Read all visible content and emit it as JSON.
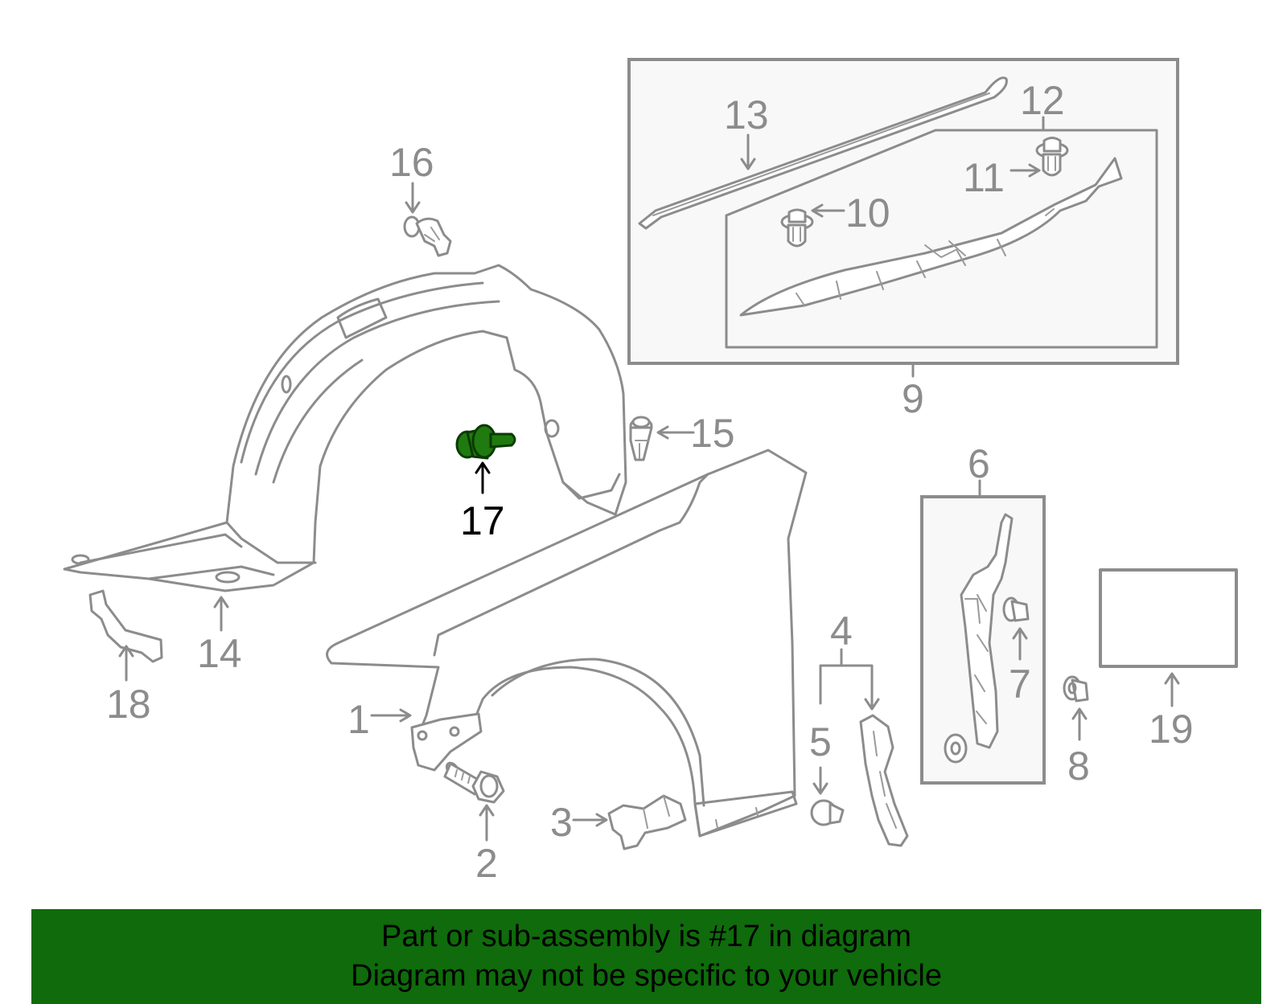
{
  "callouts": {
    "c1": "1",
    "c2": "2",
    "c3": "3",
    "c4": "4",
    "c5": "5",
    "c6": "6",
    "c7": "7",
    "c8": "8",
    "c9": "9",
    "c10": "10",
    "c11": "11",
    "c12": "12",
    "c13": "13",
    "c14": "14",
    "c15": "15",
    "c16": "16",
    "c17": "17",
    "c18": "18",
    "c19": "19"
  },
  "highlighted_part": "17",
  "colors": {
    "line": "#8c8c8c",
    "highlight_part": "#1f7a0f",
    "banner_background": "#0f6b0b",
    "banner_text": "#000000"
  },
  "banner": {
    "line1": "Part or sub-assembly is #17 in diagram",
    "line2": "Diagram may not be specific to your vehicle"
  }
}
